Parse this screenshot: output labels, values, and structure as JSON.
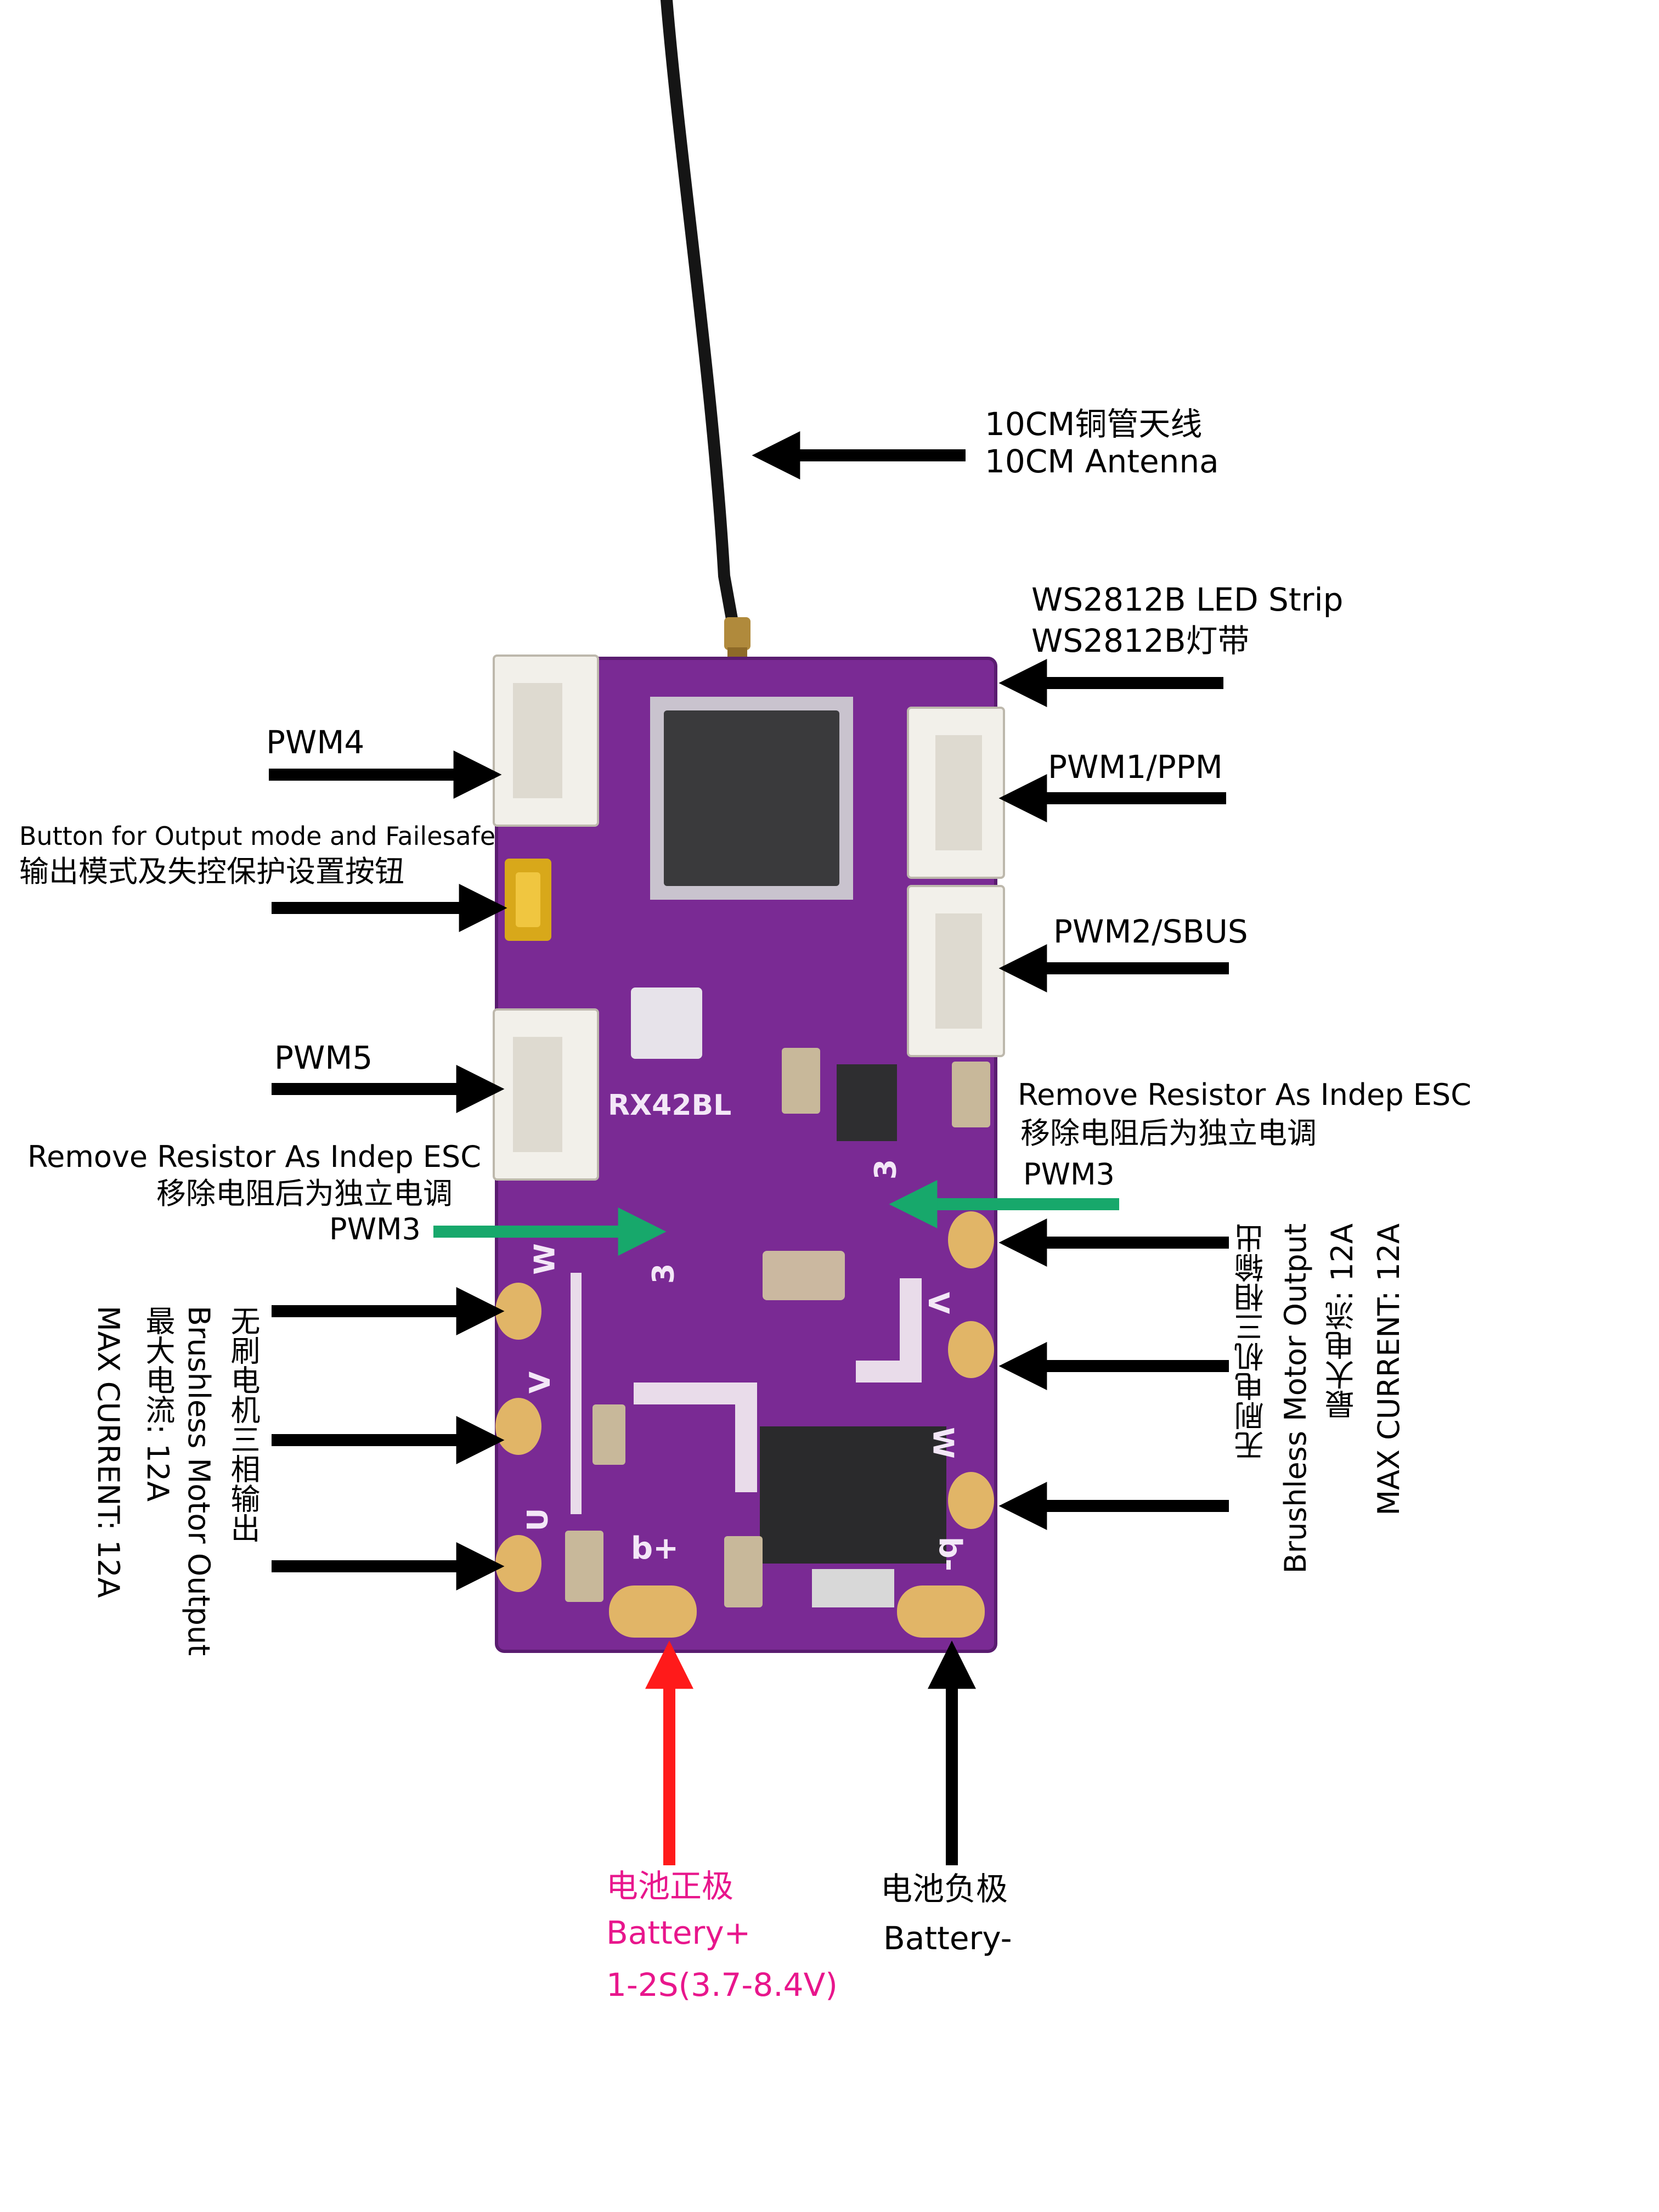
{
  "board": {
    "model": "RX42BL"
  },
  "silkscreen": {
    "w": "W",
    "v": "V",
    "u": "U",
    "three": "3",
    "bplus": "b+",
    "bminus": "b-"
  },
  "labels": {
    "antenna_cn": "10CM铜管天线",
    "antenna_en": "10CM Antenna",
    "led_en": "WS2812B LED Strip",
    "led_cn": "WS2812B灯带",
    "pwm4": "PWM4",
    "pwm1_ppm": "PWM1/PPM",
    "button_en": "Button for Output mode and Failesafe",
    "button_cn": "输出模式及失控保护设置按钮",
    "pwm2_sbus": "PWM2/SBUS",
    "pwm5": "PWM5",
    "resistor_left_en": "Remove Resistor As Indep ESC",
    "resistor_left_cn": "移除电阻后为独立电调",
    "pwm3_left": "PWM3",
    "resistor_right_en": "Remove Resistor As Indep ESC",
    "resistor_right_cn": "移除电阻后为独立电调",
    "pwm3_right": "PWM3",
    "motor_left": {
      "line1": "无刷电机三相输出",
      "line2": "Brushless Motor Output",
      "line3": "最大电流: 12A",
      "line4": "MAX CURRENT: 12A"
    },
    "motor_right": {
      "line1": "MAX CURRENT: 12A",
      "line2": "最大电流: 12A",
      "line3": "Brushless Motor Output",
      "line4": "无刷电机三相输出"
    },
    "battery_pos_cn": "电池正极",
    "battery_pos_en": "Battery+",
    "battery_voltage": "1-2S(3.7-8.4V)",
    "battery_neg_cn": "电池负极",
    "battery_neg_en": "Battery-"
  },
  "colors": {
    "pcb": "#7a2a94",
    "arrow_black": "#000000",
    "arrow_green": "#17a86b",
    "arrow_red": "#ff1a1a",
    "label_pink": "#e8168c"
  }
}
